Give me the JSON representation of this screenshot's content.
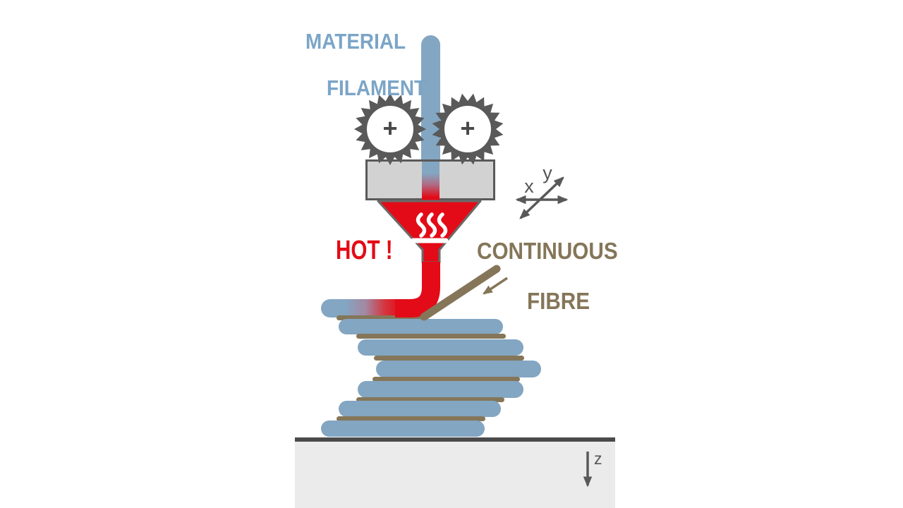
{
  "diagram": {
    "type": "continuous-fibre-3d-printing-process",
    "labels": {
      "material_filament": {
        "line1": "MATERIAL",
        "line2": "FILAMENT"
      },
      "hot": "HOT !",
      "continuous_fibre": {
        "line1": "CONTINUOUS",
        "line2": "FIBRE"
      },
      "gear_marker": "+",
      "axes": {
        "x": "x",
        "y": "y",
        "z": "z"
      }
    },
    "structure": {
      "printed_bead_count": 6,
      "fibre_line_count": 6
    },
    "icons": {
      "feed_gears": "gear-icon",
      "heat": "heat-waves-icon",
      "xy_axes": "crossed-double-arrows-icon",
      "z_axis": "down-arrow-icon",
      "fibre_pointer": "diagonal-arrow-icon"
    },
    "colors": {
      "blue": "#83a6c2",
      "blue-text": "#7ba5c7",
      "red": "#e30b17",
      "brown": "#857659",
      "dark": "#595959",
      "block-gray": "#d2d2d2",
      "platform-gray": "#ebebeb",
      "platform-line": "#4a4a4a"
    }
  }
}
